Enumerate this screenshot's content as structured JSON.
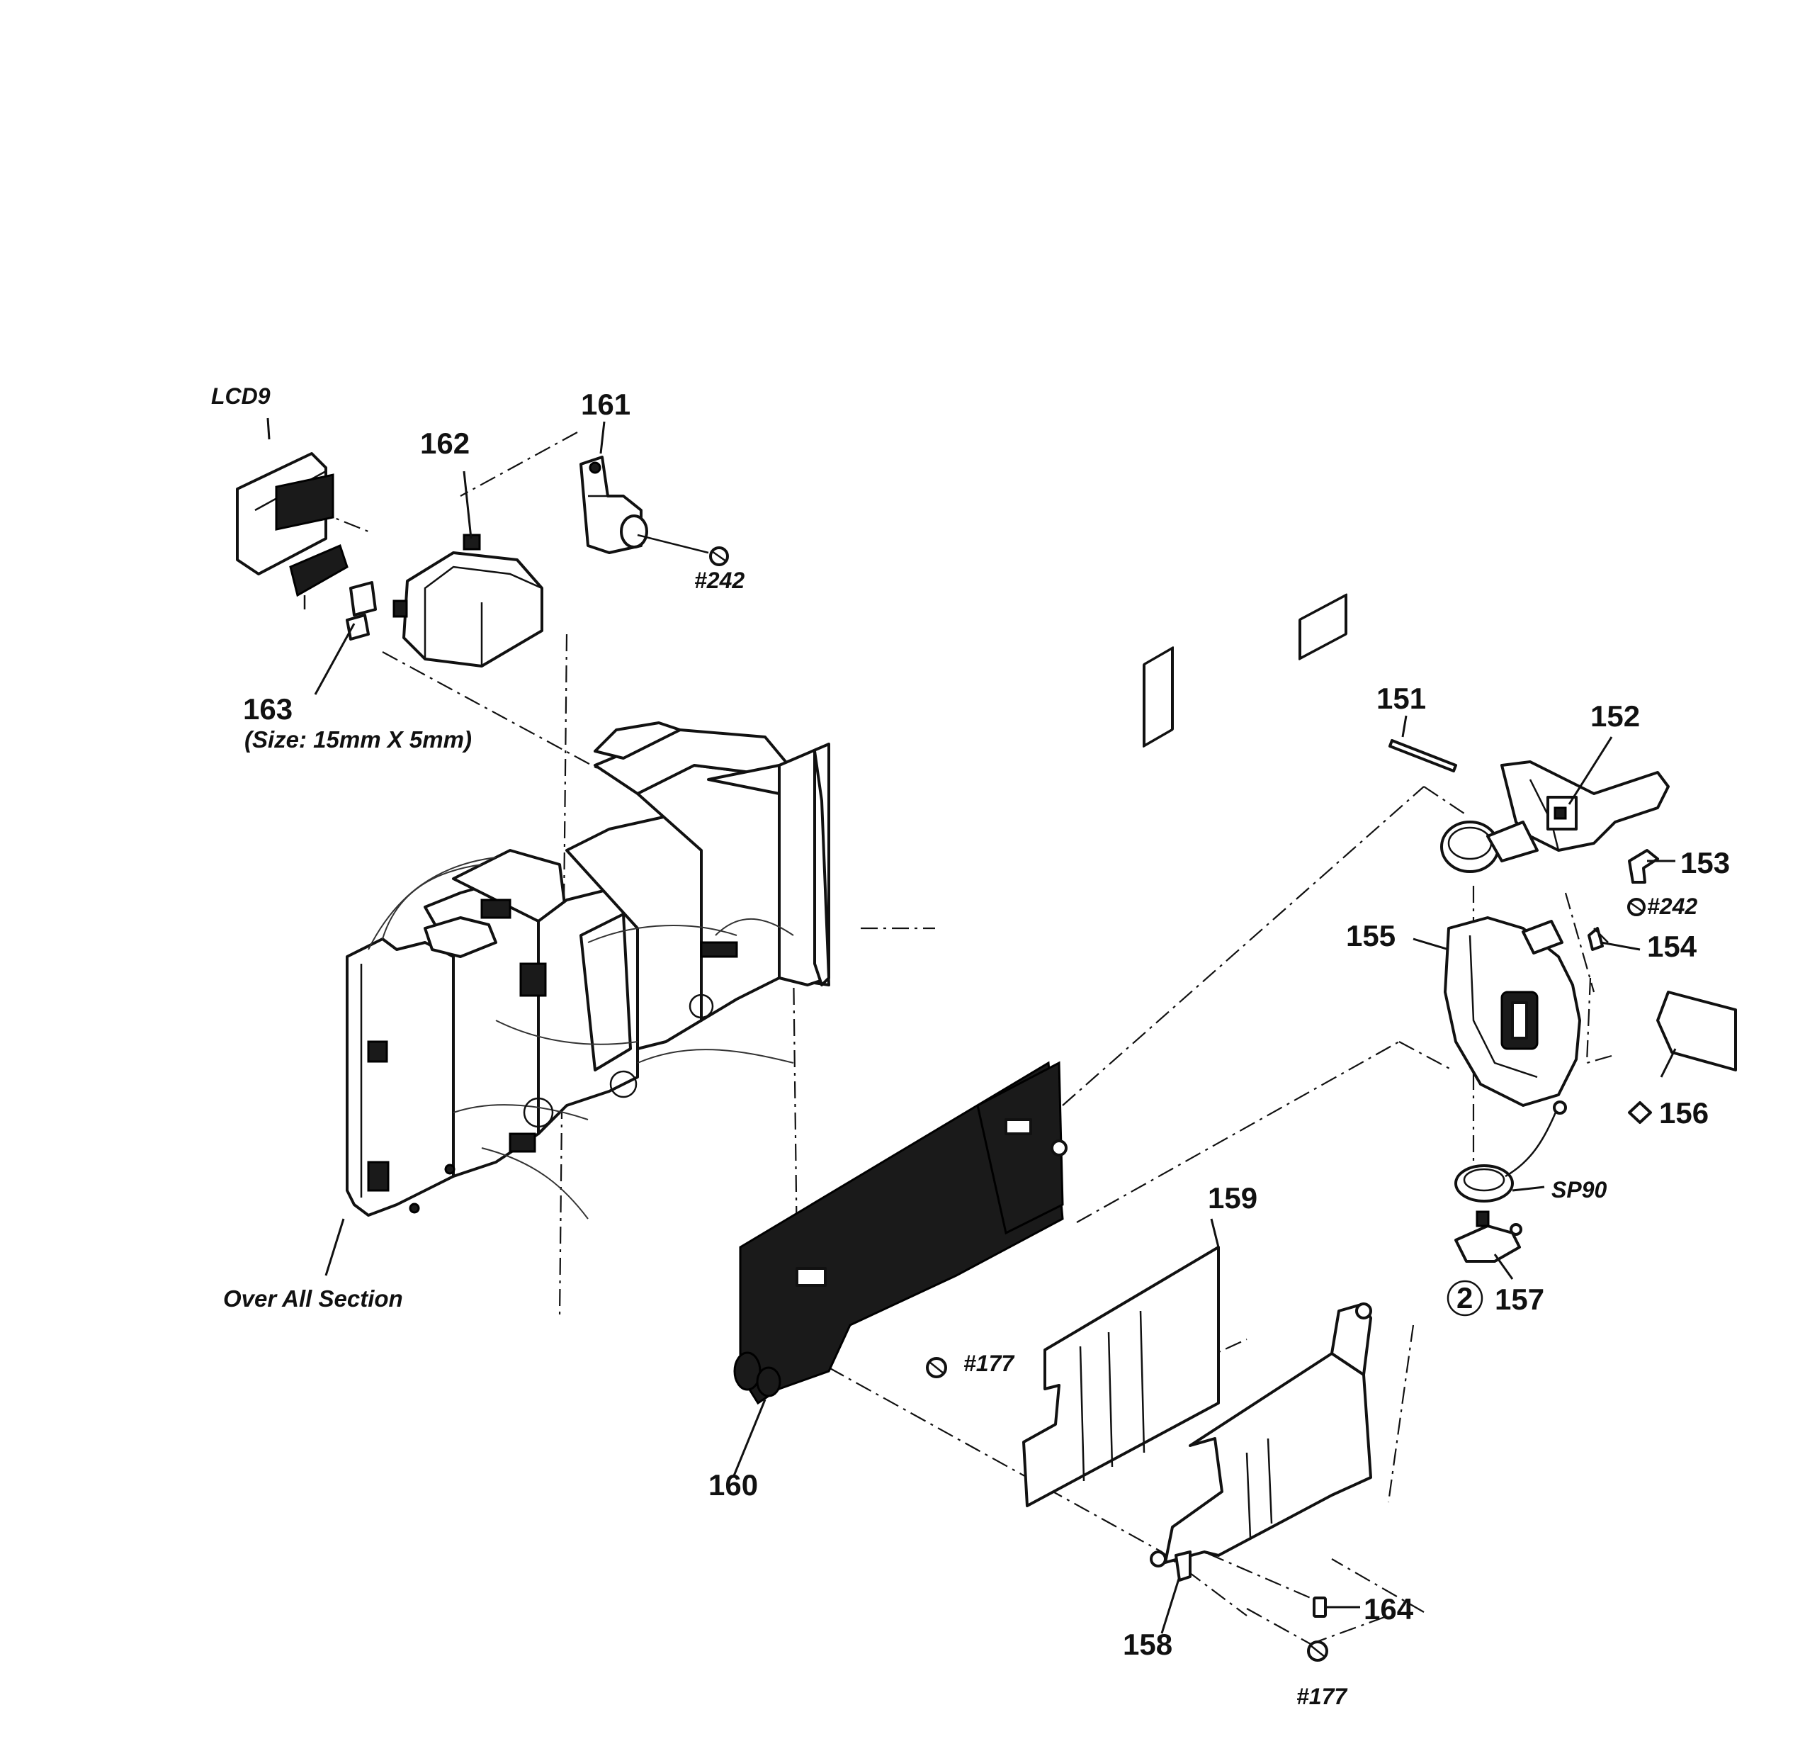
{
  "diagram": {
    "labels": {
      "lcd9": "LCD9",
      "p161": "161",
      "p162": "162",
      "p163": "163",
      "p163_size": "(Size: 15mm X 5mm)",
      "screw_242_top": "#242",
      "p151": "151",
      "p152": "152",
      "p153": "153",
      "screw_242_right": "#242",
      "p154": "154",
      "p155": "155",
      "p156": "156",
      "sp90": "SP90",
      "p157": "157",
      "p157_circle": "2",
      "p159": "159",
      "p160": "160",
      "screw_177_mid": "#177",
      "p158": "158",
      "p164": "164",
      "screw_177_bottom": "#177",
      "over_all_section": "Over All Section"
    }
  }
}
